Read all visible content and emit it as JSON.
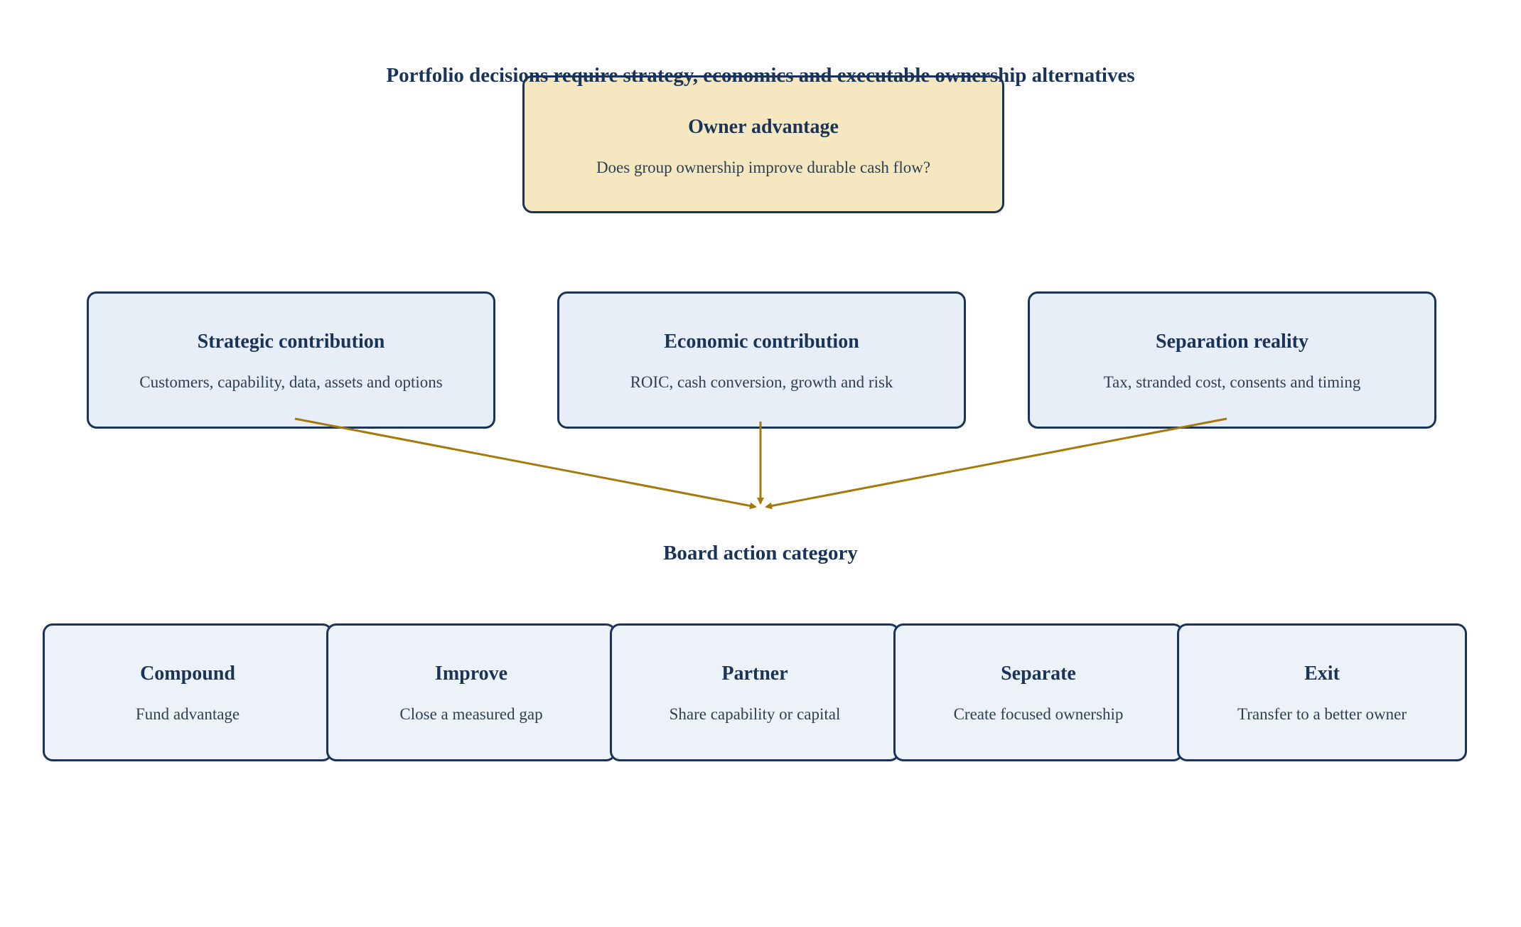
{
  "title": "Portfolio decisions require strategy, economics and executable ownership alternatives",
  "owner_advantage": {
    "title": "Owner advantage",
    "description": "Does group ownership improve durable cash flow?"
  },
  "contributions": [
    {
      "title": "Strategic contribution",
      "description": "Customers, capability, data, assets and options"
    },
    {
      "title": "Economic contribution",
      "description": "ROIC, cash conversion, growth and risk"
    },
    {
      "title": "Separation reality",
      "description": "Tax, stranded cost, consents and timing"
    }
  ],
  "board_action_label": "Board action category",
  "categories": [
    {
      "title": "Compound",
      "description": "Fund advantage"
    },
    {
      "title": "Improve",
      "description": "Close a measured gap"
    },
    {
      "title": "Partner",
      "description": "Share capability or capital"
    },
    {
      "title": "Separate",
      "description": "Create focused ownership"
    },
    {
      "title": "Exit",
      "description": "Transfer to a better owner"
    }
  ],
  "colors": {
    "text_dark": "#1a3358",
    "border": "#1a3358",
    "owner_fill": "#f5e7bf",
    "contribution_fill": "#e7eef7",
    "category_fill": "#edf2f9",
    "arrow": "#a47a0c"
  }
}
